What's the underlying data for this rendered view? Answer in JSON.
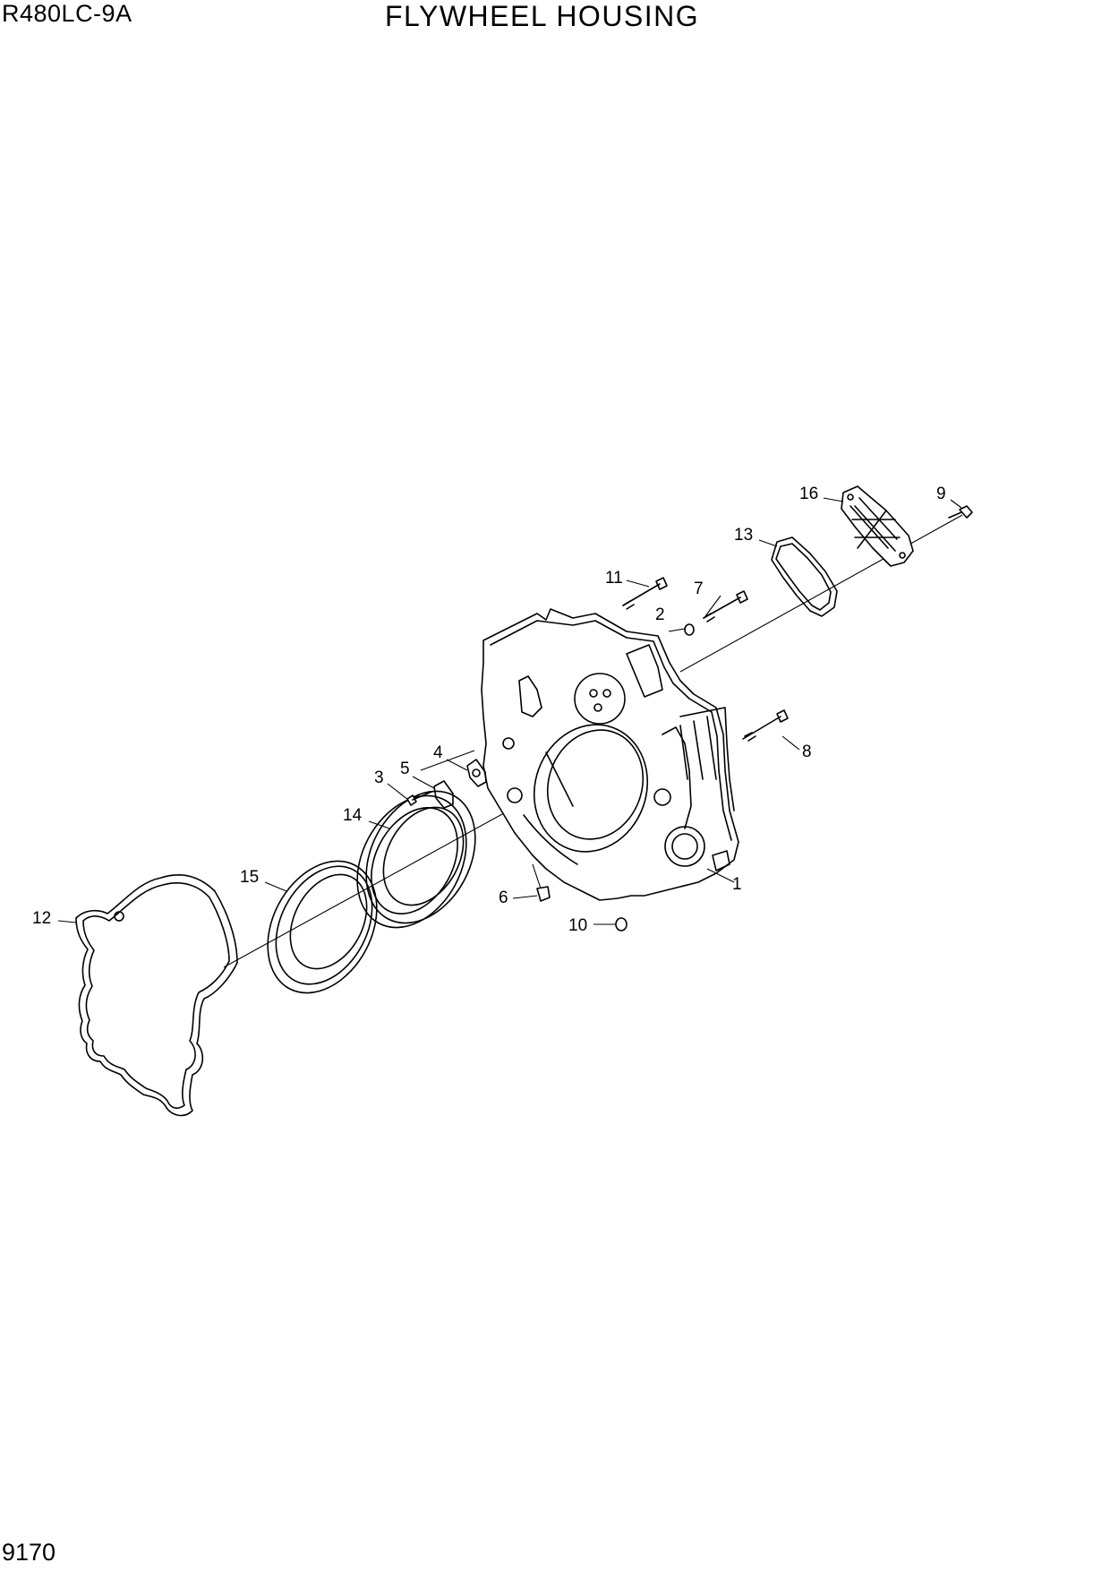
{
  "header": {
    "model": "R480LC-9A",
    "title": "FLYWHEEL HOUSING"
  },
  "footer": {
    "page_number": "9170"
  },
  "callouts": [
    "1",
    "2",
    "3",
    "4",
    "5",
    "6",
    "7",
    "8",
    "9",
    "10",
    "11",
    "12",
    "13",
    "14",
    "15",
    "16"
  ]
}
